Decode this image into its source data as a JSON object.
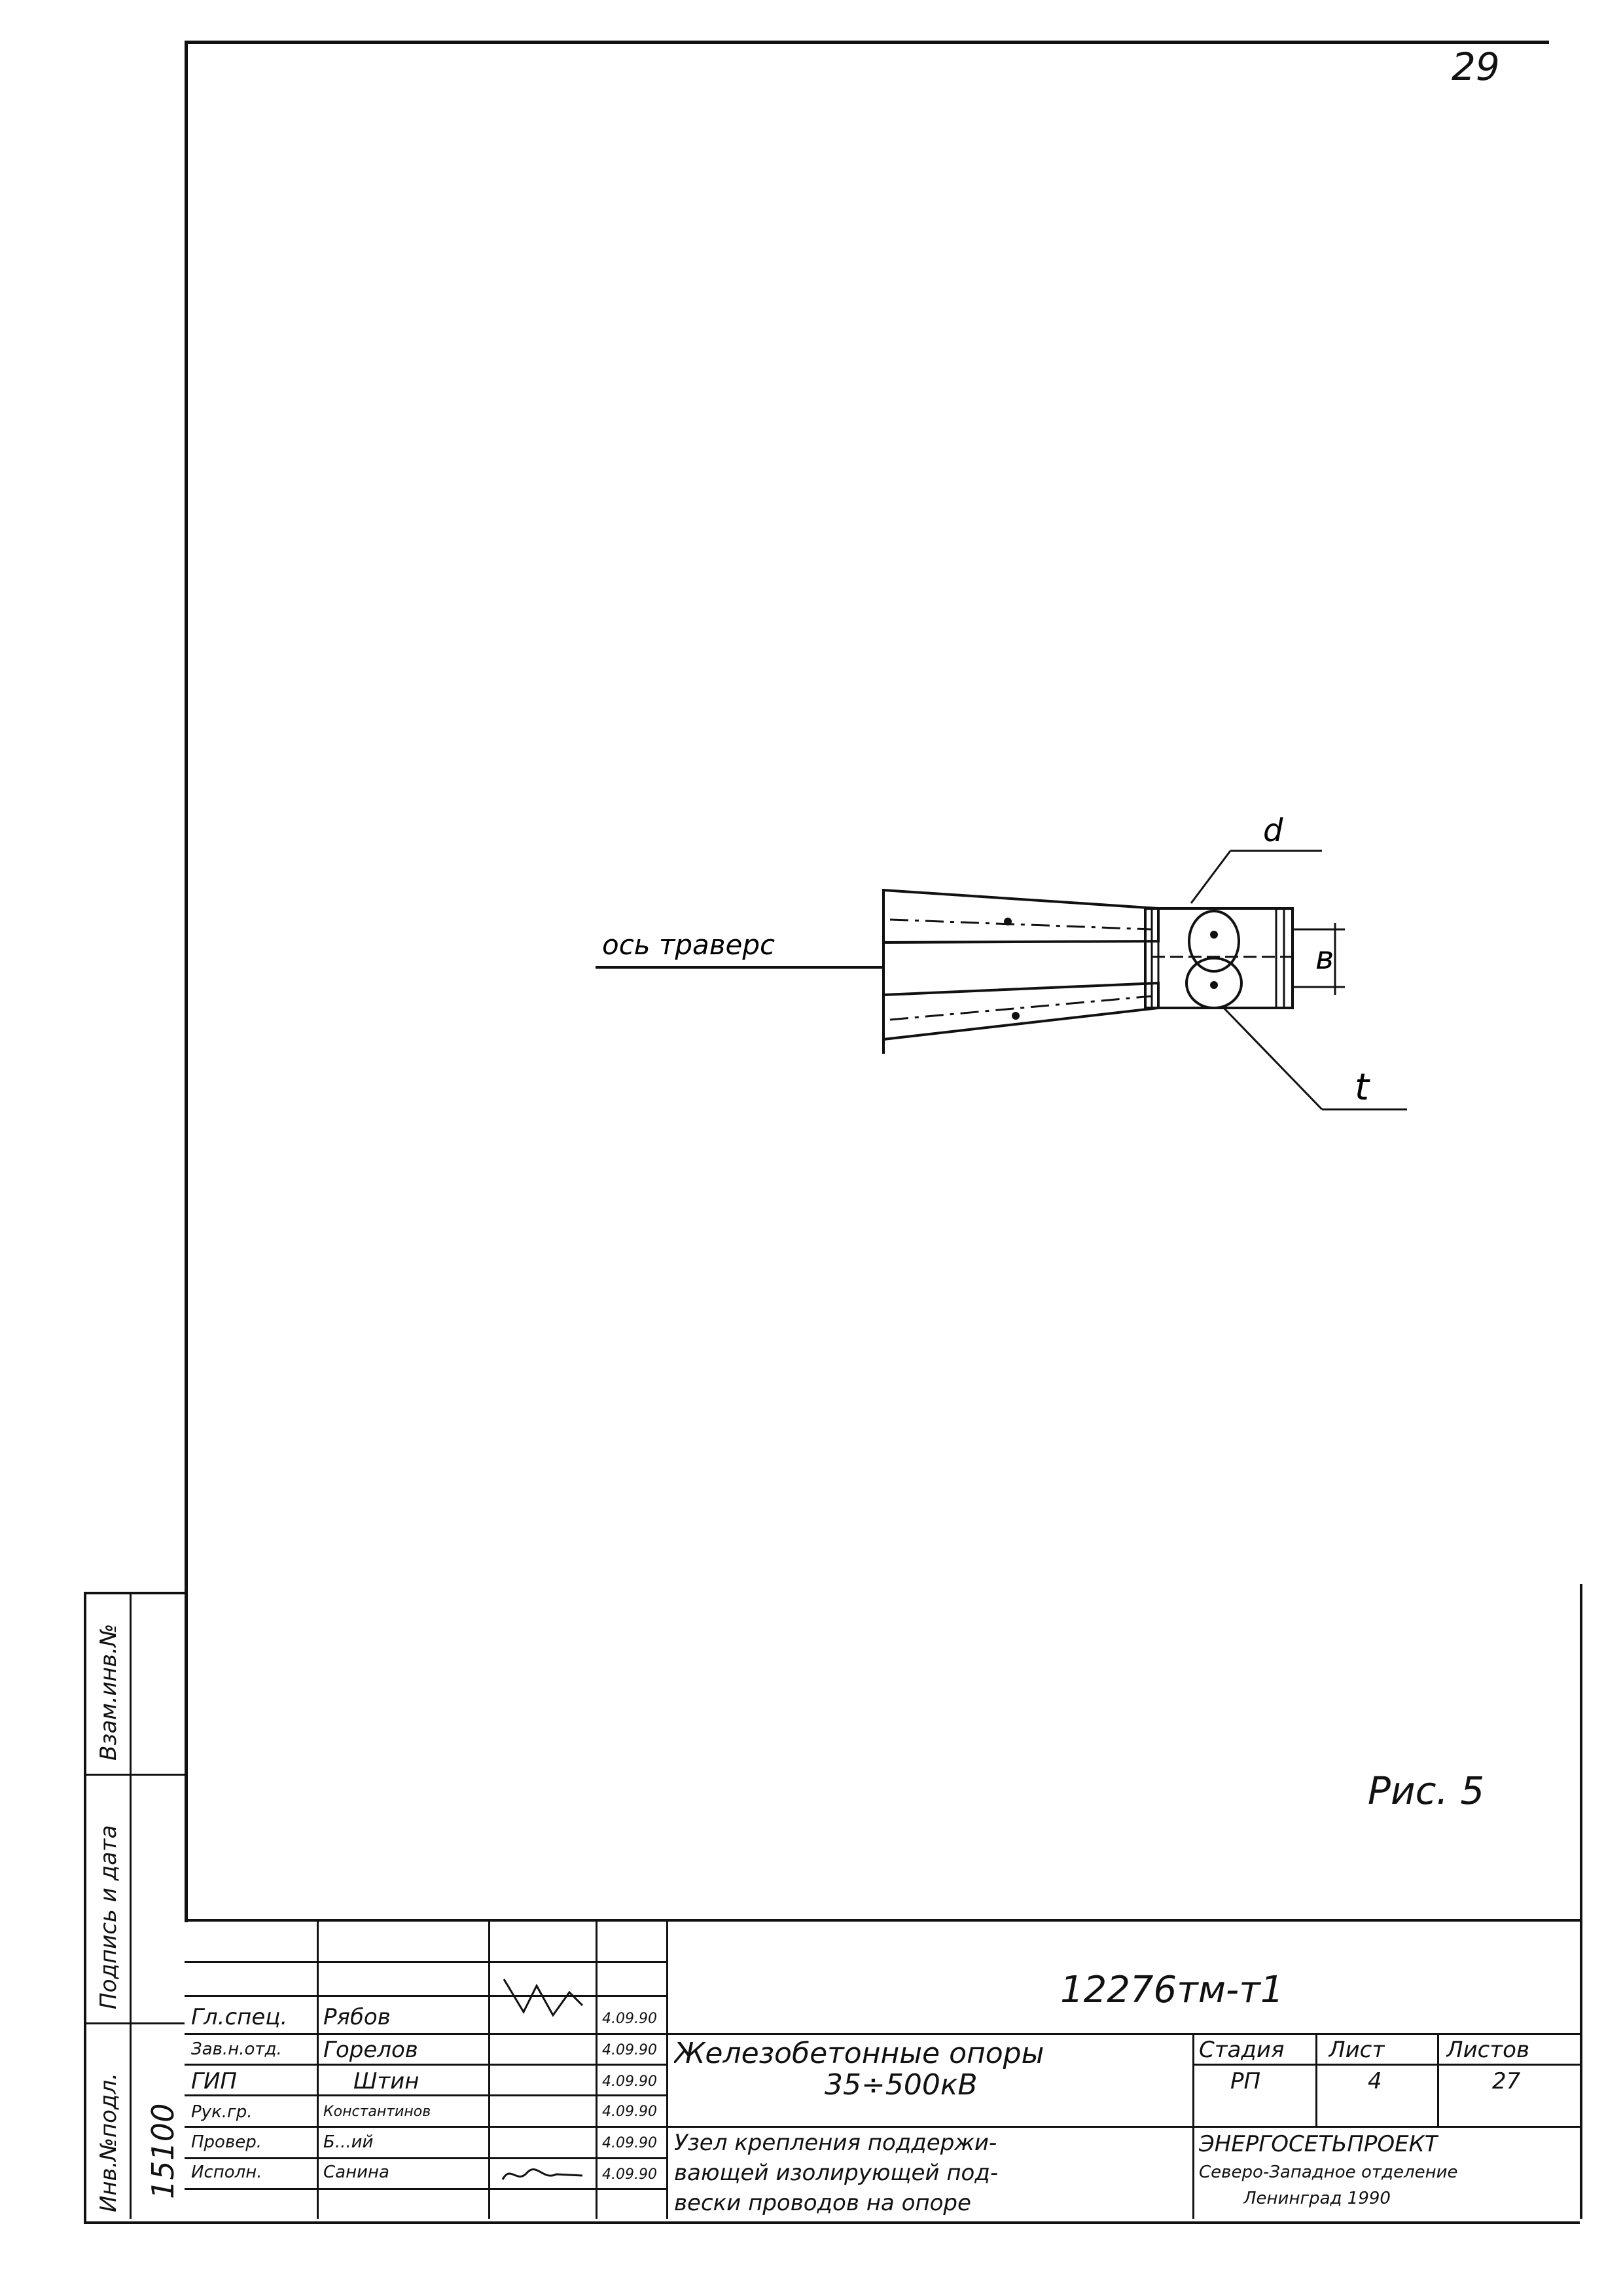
{
  "page_number": "29",
  "figure": {
    "axis_label": "ось траверс",
    "label_d": "d",
    "label_b": "в",
    "label_t": "t",
    "caption": "Рис. 5"
  },
  "side_stamp": {
    "inv_podl": "Инв.№подл.",
    "podpis_data": "Подпись и дата",
    "vzam_inv": "Взам.инв.№",
    "inv_number": "15100"
  },
  "title_block": {
    "doc_code": "12276тм-т1",
    "rows": [
      {
        "role": "Гл.спец.",
        "name": "Рябов",
        "date": "4.09.90"
      },
      {
        "role": "Зав.н.отд.",
        "name": "Горелов",
        "date": "4.09.90"
      },
      {
        "role": "ГИП",
        "name": "Штин",
        "date": "4.09.90"
      },
      {
        "role": "Рук.гр.",
        "name": "Константинов",
        "date": "4.09.90"
      },
      {
        "role": "Провер.",
        "name": "Б...ий",
        "date": "4.09.90"
      },
      {
        "role": "Исполн.",
        "name": "Санина",
        "date": "4.09.90"
      }
    ],
    "title_line1": "Железобетонные опоры",
    "title_line2": "35÷500кВ",
    "subtitle_line1": "Узел крепления поддержи-",
    "subtitle_line2": "вающей изолирующей под-",
    "subtitle_line3": "вески проводов на опоре",
    "stage_header": "Стадия",
    "sheet_header": "Лист",
    "sheets_header": "Листов",
    "stage": "РП",
    "sheet": "4",
    "sheets": "27",
    "org_name": "ЭНЕРГОСЕТЬПРОЕКТ",
    "org_branch_1": "Северо-Западное отделение",
    "org_branch_2": "Ленинград 1990"
  }
}
